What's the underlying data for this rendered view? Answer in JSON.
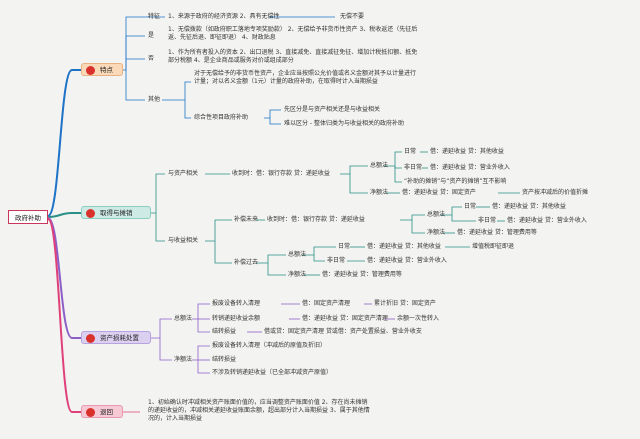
{
  "root": "政府补助",
  "branches": {
    "b1": {
      "label": "特点",
      "color": "#1e73c8",
      "dot": "#d9312b"
    },
    "b2": {
      "label": "取得与摊销",
      "color": "#2a8f86",
      "dot": "#d9312b"
    },
    "b3": {
      "label": "资产损耗处置",
      "color": "#8c5fc7",
      "dot": "#d9312b"
    },
    "b4": {
      "label": "退回",
      "color": "#e0407a",
      "dot": "#d9312b"
    }
  },
  "texts": {
    "t01": "特征",
    "t02": "1、来源于政府的经济资源 2、具有无偿性",
    "t03": "无偿不要",
    "t04": "是",
    "t05": "1、无偿拨款（如政府职工落地专项奖励款） 2、无偿给予非货币性资产 3、税收返还（先征后返、先征后退、即征即退） 4、财政贴息",
    "t06": "否",
    "t07": "1、作为所有者投入的资本 2、出口退税 3、直接减免、直接减征免征、增加计税抵扣额、抵免部分税额 4、是企业商品或服务对价或组成部分",
    "t08": "其他",
    "t09": "对于无偿给予的非货币性资产，企业应当按照公允价值或名义金额对其予以计量进行计量；对以名义金额（1元）计量的政府补助，在取得时计入当期损益",
    "t10": "综合性项目政府补助",
    "t11": "先区分是与资产相关还是与收益相关",
    "t12": "难以区分 - 整体归类为与收益相关的政府补助",
    "t13": "与资产相关",
    "t14": "收到时：借：银行存款 贷：递延收益",
    "t15": "总额法",
    "t16": "日常",
    "t17": "借：递延收益 贷：其他收益",
    "t18": "非日常",
    "t19": "借：递延收益 贷：营业外收入",
    "t20": "“补助的摊销”与“资产的摊销”互不影响",
    "t21": "净额法",
    "t22": "借：递延收益 贷：固定资产",
    "t23": "资产按冲减后的价值折摊",
    "t24": "与收益相关",
    "t25": "补偿未来",
    "t26": "收到时：借：银行存款 贷：递延收益",
    "t27": "总额法",
    "t28": "日常",
    "t29": "借：递延收益 贷：其他收益",
    "t30": "非日常",
    "t31": "借：递延收益 贷：营业外收入",
    "t32": "净额法",
    "t33": "借：递延收益 贷：管理费用等",
    "t34": "补偿过去",
    "t35": "总额法",
    "t36": "日常",
    "t37": "借：递延收益 贷：其他收益",
    "t38": "增值税即征即退",
    "t39": "非日常",
    "t40": "借：递延收益 贷：营业外收入",
    "t41": "净额法",
    "t42": "借：递延收益 贷：管理费用等",
    "t43": "总额法",
    "t44": "报废设备转入清理",
    "t45": "借：固定资产清理",
    "t46": "累计折旧 贷：固定资产",
    "t47": "转销递延收益余额",
    "t48": "借：递延收益 贷：固定资产清理",
    "t49": "余额一次性转入",
    "t50": "结转损益",
    "t51": "借或贷：固定资产清理 贷或借：资产处置损益、营业外收支",
    "t52": "净额法",
    "t53": "报废设备转入清理（冲减后的原值及折旧）",
    "t54": "结转损益",
    "t55": "不涉及转销递延收益（已全部冲减资产原值）",
    "t56": "1、初始确认时冲减相关资产账面价值的，应当调整资产账面价值 2、存在尚未摊销的递延收益的，冲减相关递延收益账面余额，超出部分计入当期损益 3、属于其他情况的，计入当期损益"
  }
}
